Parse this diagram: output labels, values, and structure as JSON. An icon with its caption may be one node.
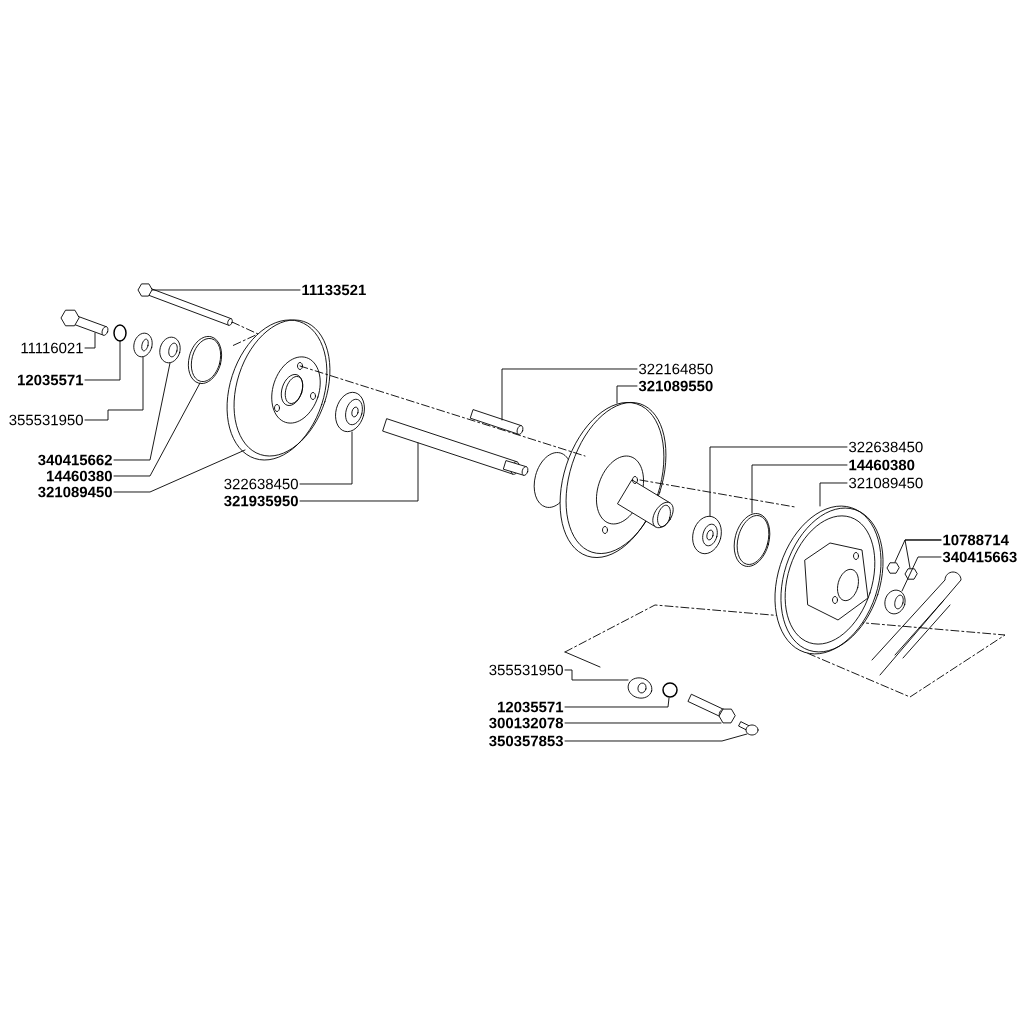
{
  "diagram": {
    "nodes": [
      {
        "text": [
          "11133521"
        ]
      },
      {
        "text": [
          "11116021"
        ]
      },
      {
        "text": [
          "12035571"
        ]
      },
      {
        "text": [
          "355531950"
        ]
      },
      {
        "text": [
          "340415662"
        ]
      },
      {
        "text": [
          "14460380"
        ]
      },
      {
        "text": [
          "321089450"
        ]
      },
      {
        "text": [
          "322638450"
        ]
      },
      {
        "text": [
          "321935950"
        ]
      },
      {
        "text": [
          "322164850"
        ]
      },
      {
        "text": [
          "321089550"
        ]
      },
      {
        "text": [
          "322638450"
        ]
      },
      {
        "text": [
          "14460380"
        ]
      },
      {
        "text": [
          "321089450"
        ]
      },
      {
        "text": [
          "10788714"
        ]
      },
      {
        "text": [
          "340415663"
        ]
      },
      {
        "text": [
          "355531950"
        ]
      },
      {
        "text": [
          "12035571"
        ]
      },
      {
        "text": [
          "300132078"
        ]
      },
      {
        "text": [
          "350357853"
        ]
      },
      {
        "text": [],
        "shape": "picture"
      },
      {
        "text": [],
        "shape": "bar"
      },
      {
        "text": [],
        "shape": "circle"
      },
      {
        "text": [],
        "shape": "picture"
      },
      {
        "text": [],
        "shape": "picture"
      },
      {
        "text": [],
        "shape": "picture"
      },
      {
        "text": [],
        "shape": "picture"
      },
      {
        "text": [],
        "shape": "picture"
      },
      {
        "text": [],
        "shape": "bar"
      },
      {
        "text": [],
        "shape": "bar"
      },
      {
        "text": [],
        "shape": "picture"
      },
      {
        "text": [],
        "shape": "picture"
      },
      {
        "text": [],
        "shape": "picture"
      },
      {
        "text": [],
        "shape": "picture"
      },
      {
        "text": [],
        "shape": "box"
      },
      {
        "text": [],
        "shape": "box"
      },
      {
        "text": [],
        "shape": "picture"
      },
      {
        "text": [],
        "shape": "picture"
      },
      {
        "text": [],
        "shape": "circle"
      },
      {
        "text": [],
        "shape": "picture"
      },
      {
        "text": [],
        "shape": "picture"
      }
    ],
    "edges": [
      {
        "from": 0,
        "to": 20,
        "arrow": "none"
      },
      {
        "from": 1,
        "to": 21,
        "arrow": "none"
      },
      {
        "from": 2,
        "to": 22,
        "arrow": "none"
      },
      {
        "from": 3,
        "to": 23,
        "arrow": "none"
      },
      {
        "from": 4,
        "to": 24,
        "arrow": "none"
      },
      {
        "from": 5,
        "to": 25,
        "arrow": "none"
      },
      {
        "from": 6,
        "to": 26,
        "arrow": "none"
      },
      {
        "from": 7,
        "to": 27,
        "arrow": "none"
      },
      {
        "from": 8,
        "to": 28,
        "arrow": "none"
      },
      {
        "from": 9,
        "to": 29,
        "arrow": "none"
      },
      {
        "from": 10,
        "to": 30,
        "arrow": "none"
      },
      {
        "from": 11,
        "to": 31,
        "arrow": "none"
      },
      {
        "from": 12,
        "to": 32,
        "arrow": "none"
      },
      {
        "from": 13,
        "to": 33,
        "arrow": "none"
      },
      {
        "from": 14,
        "to": 34,
        "arrow": "none"
      },
      {
        "from": 14,
        "to": 35,
        "arrow": "none"
      },
      {
        "from": 15,
        "to": 36,
        "arrow": "none"
      },
      {
        "from": 16,
        "to": 37,
        "arrow": "none"
      },
      {
        "from": 17,
        "to": 38,
        "arrow": "none"
      },
      {
        "from": 18,
        "to": 39,
        "arrow": "none"
      },
      {
        "from": 19,
        "to": 40,
        "arrow": "none"
      },
      {
        "from": 26,
        "to": 30,
        "arrow": "none",
        "style": "dashed"
      },
      {
        "from": 30,
        "to": 33,
        "arrow": "none",
        "style": "dashed"
      }
    ]
  }
}
